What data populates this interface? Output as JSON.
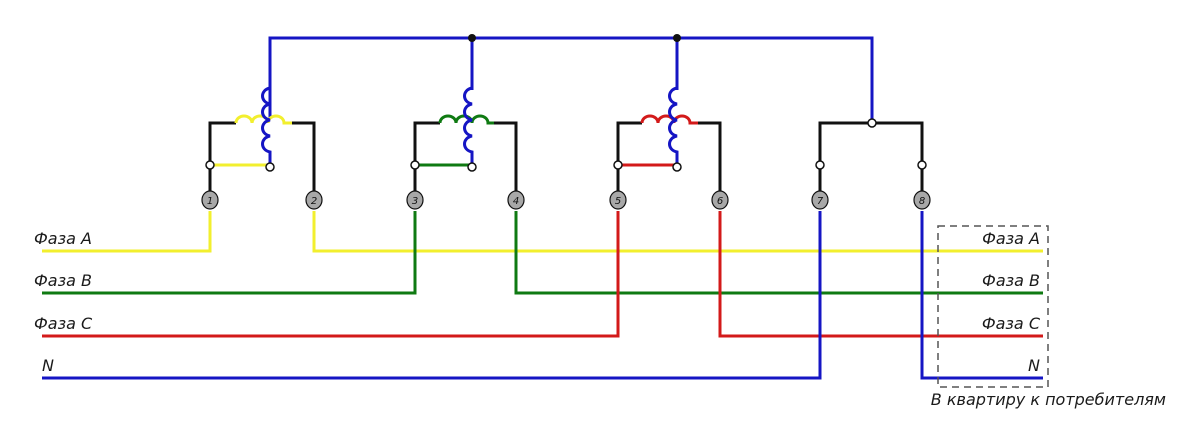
{
  "colors": {
    "phase_a": "#f2ef2e",
    "phase_b": "#0f7a12",
    "phase_c": "#d31a1a",
    "neutral": "#1515c4",
    "meter": "#111111",
    "terminal_fill": "#a8a8a8"
  },
  "left_labels": {
    "a": "Фаза A",
    "b": "Фаза B",
    "c": "Фаза C",
    "n": "N"
  },
  "right_labels": {
    "a": "Фаза A",
    "b": "Фаза B",
    "c": "Фаза C",
    "n": "N"
  },
  "consumer_caption": "В квартиру к потребителям",
  "terminals": [
    "1",
    "2",
    "3",
    "4",
    "5",
    "6",
    "7",
    "8"
  ]
}
